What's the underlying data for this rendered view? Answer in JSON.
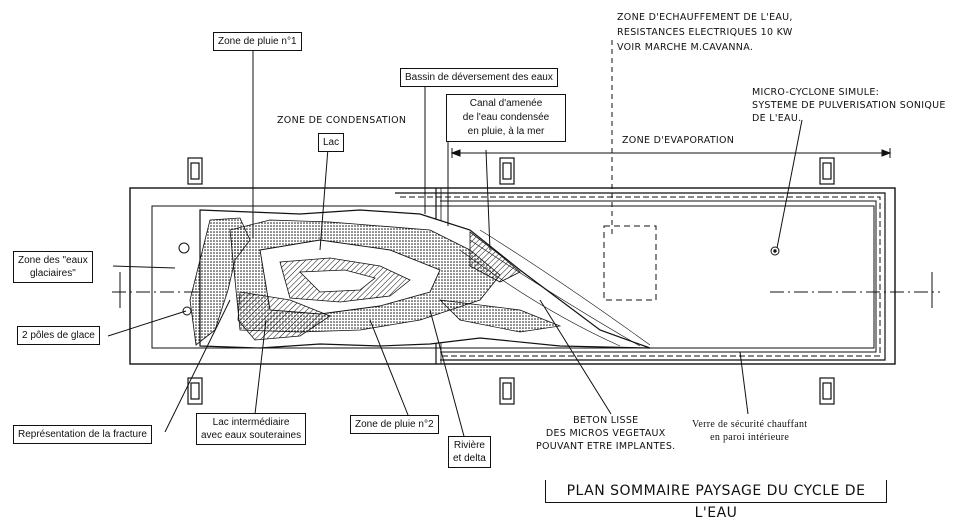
{
  "labels": {
    "zone_pluie_1": "Zone de pluie n°1",
    "zone_condensation": "ZONE DE CONDENSATION",
    "lac": "Lac",
    "bassin": "Bassin de déversement des eaux",
    "canal": [
      "Canal d'amenée",
      "de l'eau condensée",
      "en pluie, à la mer"
    ],
    "echauffement": [
      "ZONE D'ECHAUFFEMENT DE L'EAU,",
      "RESISTANCES ELECTRIQUES 10 KW",
      "VOIR MARCHE M.CAVANNA."
    ],
    "cyclone": [
      "MICRO-CYCLONE SIMULE:",
      "SYSTEME DE PULVERISATION SONIQUE",
      "DE L'EAU."
    ],
    "evaporation": "ZONE D'EVAPORATION",
    "eaux_glaciaires": [
      "Zone des \"eaux",
      "glaciaires\""
    ],
    "poles": "2 pôles de glace",
    "fracture": "Représentation de la fracture",
    "lac_inter": [
      "Lac intermédiaire",
      "avec eaux souteraines"
    ],
    "zone_pluie_2": "Zone de pluie n°2",
    "riviere": [
      "Rivière",
      "et delta"
    ],
    "beton": [
      "BETON LISSE",
      "DES MICROS VEGETAUX",
      "POUVANT ETRE IMPLANTES."
    ],
    "verre": [
      "Verre de sécurité chauffant",
      "en paroi intérieure"
    ]
  },
  "title": "PLAN SOMMAIRE PAYSAGE DU CYCLE DE L'EAU"
}
